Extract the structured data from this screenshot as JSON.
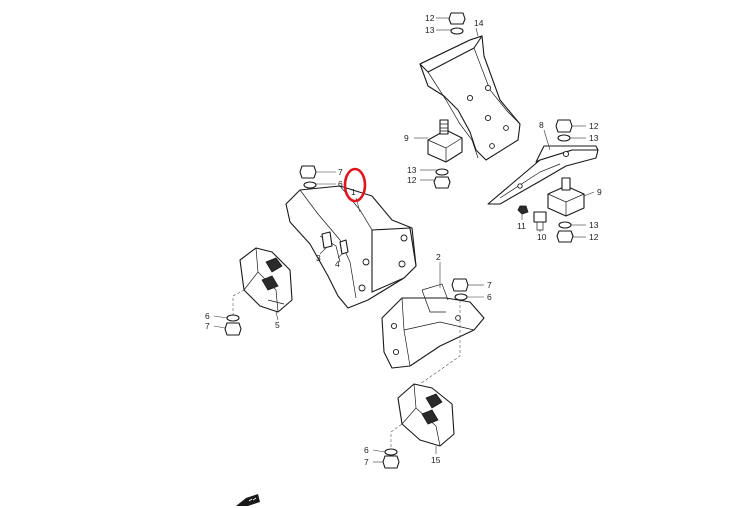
{
  "callouts": {
    "c1": "1",
    "c2": "2",
    "c3": "3",
    "c4": "4",
    "c5": "5",
    "c6a": "6",
    "c6b": "6",
    "c6c": "6",
    "c6d": "6",
    "c7a": "7",
    "c7b": "7",
    "c7c": "7",
    "c7d": "7",
    "c8": "8",
    "c9a": "9",
    "c9b": "9",
    "c10": "10",
    "c11": "11",
    "c12a": "12",
    "c12b": "12",
    "c12c": "12",
    "c12d": "12",
    "c13a": "13",
    "c13b": "13",
    "c13c": "13",
    "c13d": "13",
    "c14": "14",
    "c15": "15"
  },
  "highlight": {
    "color": "#e0141e",
    "part": "1"
  },
  "colors": {
    "line": "#1a1a1a",
    "background": "#ffffff"
  }
}
